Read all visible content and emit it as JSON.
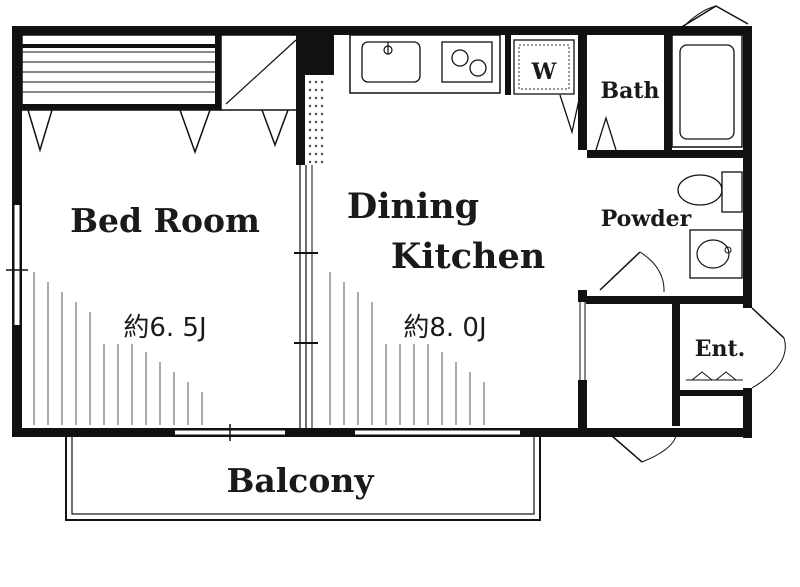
{
  "rooms": {
    "bedroom": {
      "name": "Bed Room",
      "area": "約6. 5J"
    },
    "dining": {
      "name_line1": "Dining",
      "name_line2": "Kitchen",
      "area": "約8. 0J"
    },
    "washer": {
      "name": "W"
    },
    "bath": {
      "name": "Bath"
    },
    "powder": {
      "name": "Powder"
    },
    "entrance": {
      "name": "Ent."
    },
    "balcony": {
      "name": "Balcony"
    }
  }
}
